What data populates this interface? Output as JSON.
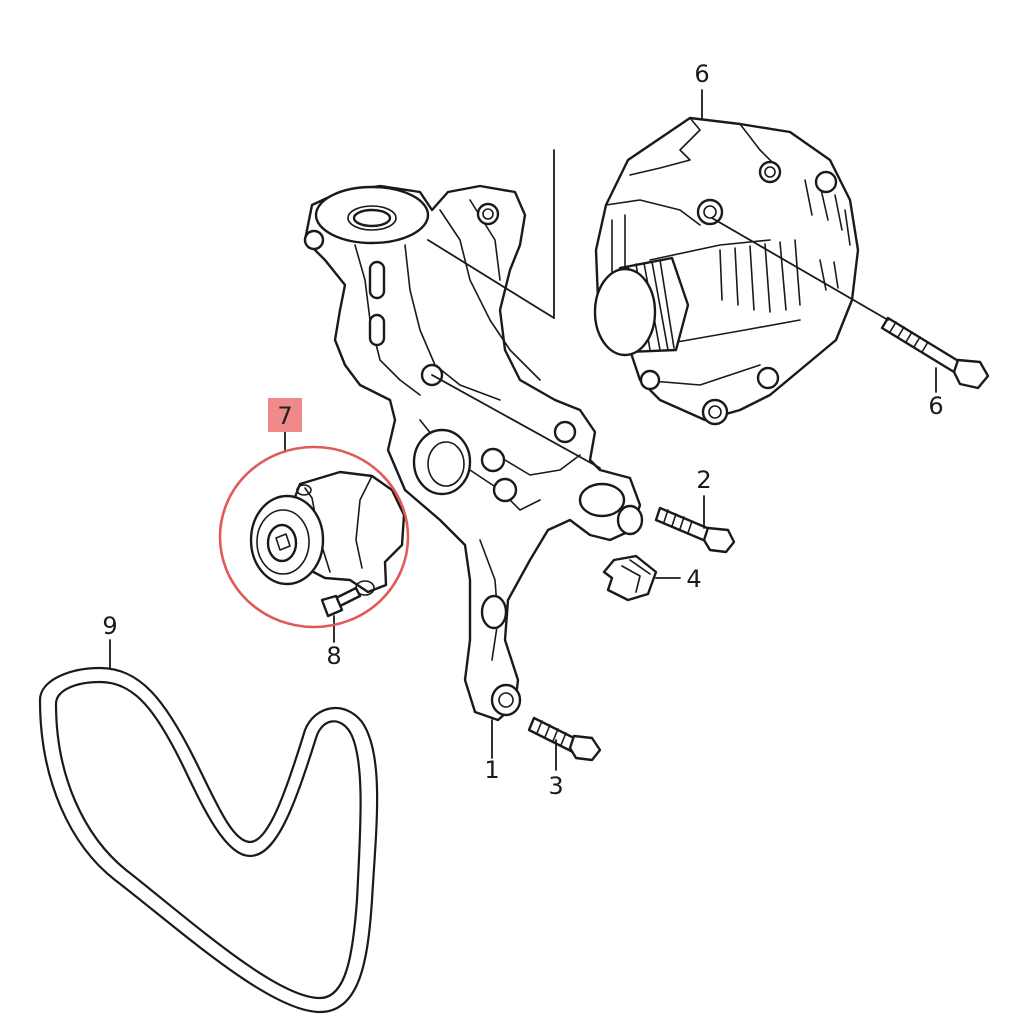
{
  "diagram": {
    "colors": {
      "line": "#1a1a1a",
      "highlight_ring": "#e05a5a",
      "highlight_badge": "#f08a8a",
      "background": "#ffffff"
    },
    "callouts": {
      "c1": "1",
      "c2": "2",
      "c3": "3",
      "c4": "4",
      "c6_top": "6",
      "c6_bottom": "6",
      "c7": "7",
      "c8": "8",
      "c9": "9"
    },
    "highlighted_callout": "7"
  }
}
